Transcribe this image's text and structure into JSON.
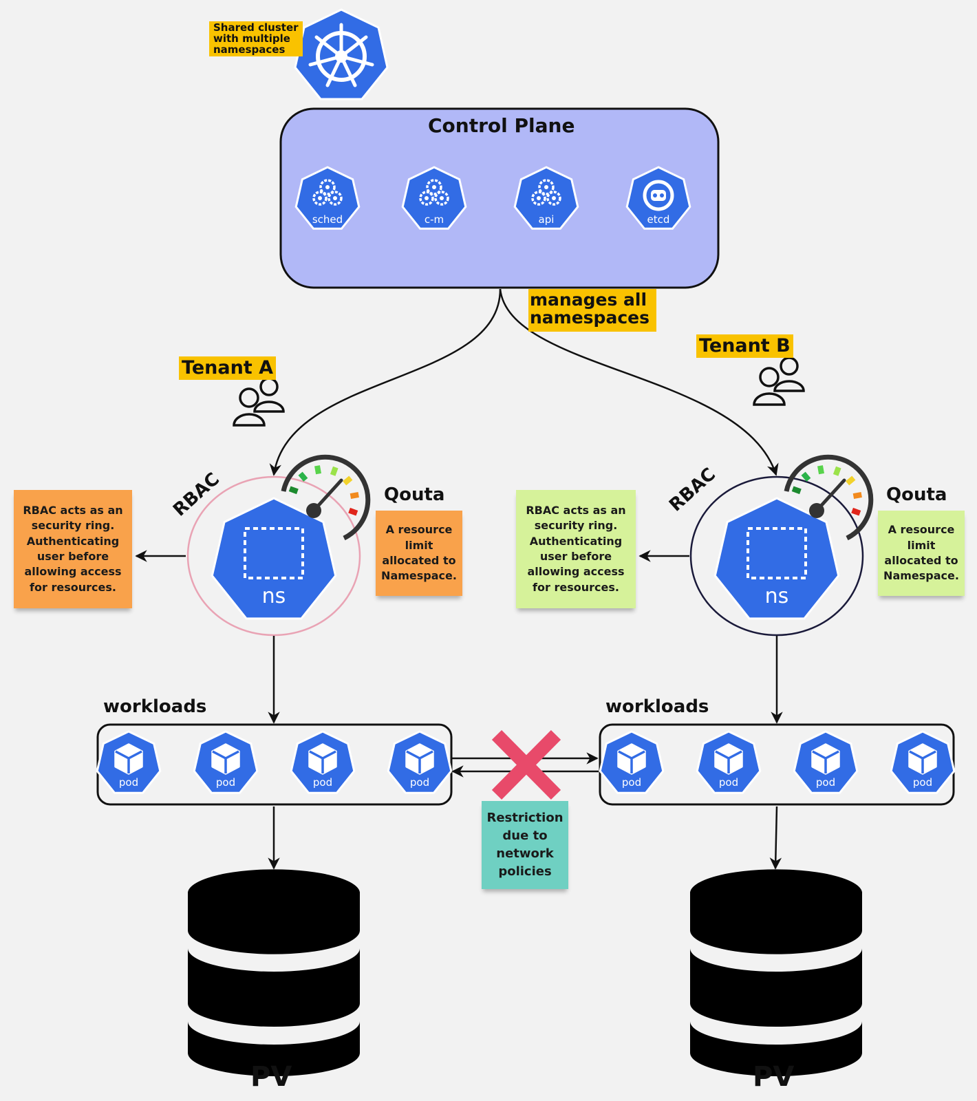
{
  "cluster": {
    "label": "Shared cluster\nwith multiple\nnamespaces"
  },
  "control_plane": {
    "title": "Control Plane",
    "components": [
      {
        "name": "sched",
        "icon": "gears-icon"
      },
      {
        "name": "c-m",
        "icon": "gears-icon"
      },
      {
        "name": "api",
        "icon": "gears-icon"
      },
      {
        "name": "etcd",
        "icon": "etcd-robot-icon"
      }
    ],
    "manages_label": "manages all\nnamespaces"
  },
  "tenants": [
    {
      "name": "Tenant A",
      "rbac_label": "RBAC",
      "quota_label": "Qouta",
      "namespace_label": "ns",
      "ring_color": "#e9a3b4",
      "rbac_note": "RBAC acts as an security ring. Authenticating user before allowing access for resources.",
      "quota_note": "A resource limit allocated to Namespace.",
      "note_color": "#f9a24b",
      "workloads_label": "workloads",
      "pods": [
        "pod",
        "pod",
        "pod",
        "pod"
      ],
      "storage_label": "PV"
    },
    {
      "name": "Tenant B",
      "rbac_label": "RBAC",
      "quota_label": "Qouta",
      "namespace_label": "ns",
      "ring_color": "#1a1a3a",
      "rbac_note": "RBAC acts as an security ring. Authenticating user before allowing access for resources.",
      "quota_note": "A resource limit allocated to Namespace.",
      "note_color": "#d6f29a",
      "workloads_label": "workloads",
      "pods": [
        "pod",
        "pod",
        "pod",
        "pod"
      ],
      "storage_label": "PV"
    }
  ],
  "network_policy": {
    "note": "Restriction due to network policies",
    "block_color": "#e84a6a"
  },
  "colors": {
    "k8s_blue": "#326ce5",
    "control_plane_fill": "#b1b8f7",
    "highlight": "#f9c200"
  }
}
